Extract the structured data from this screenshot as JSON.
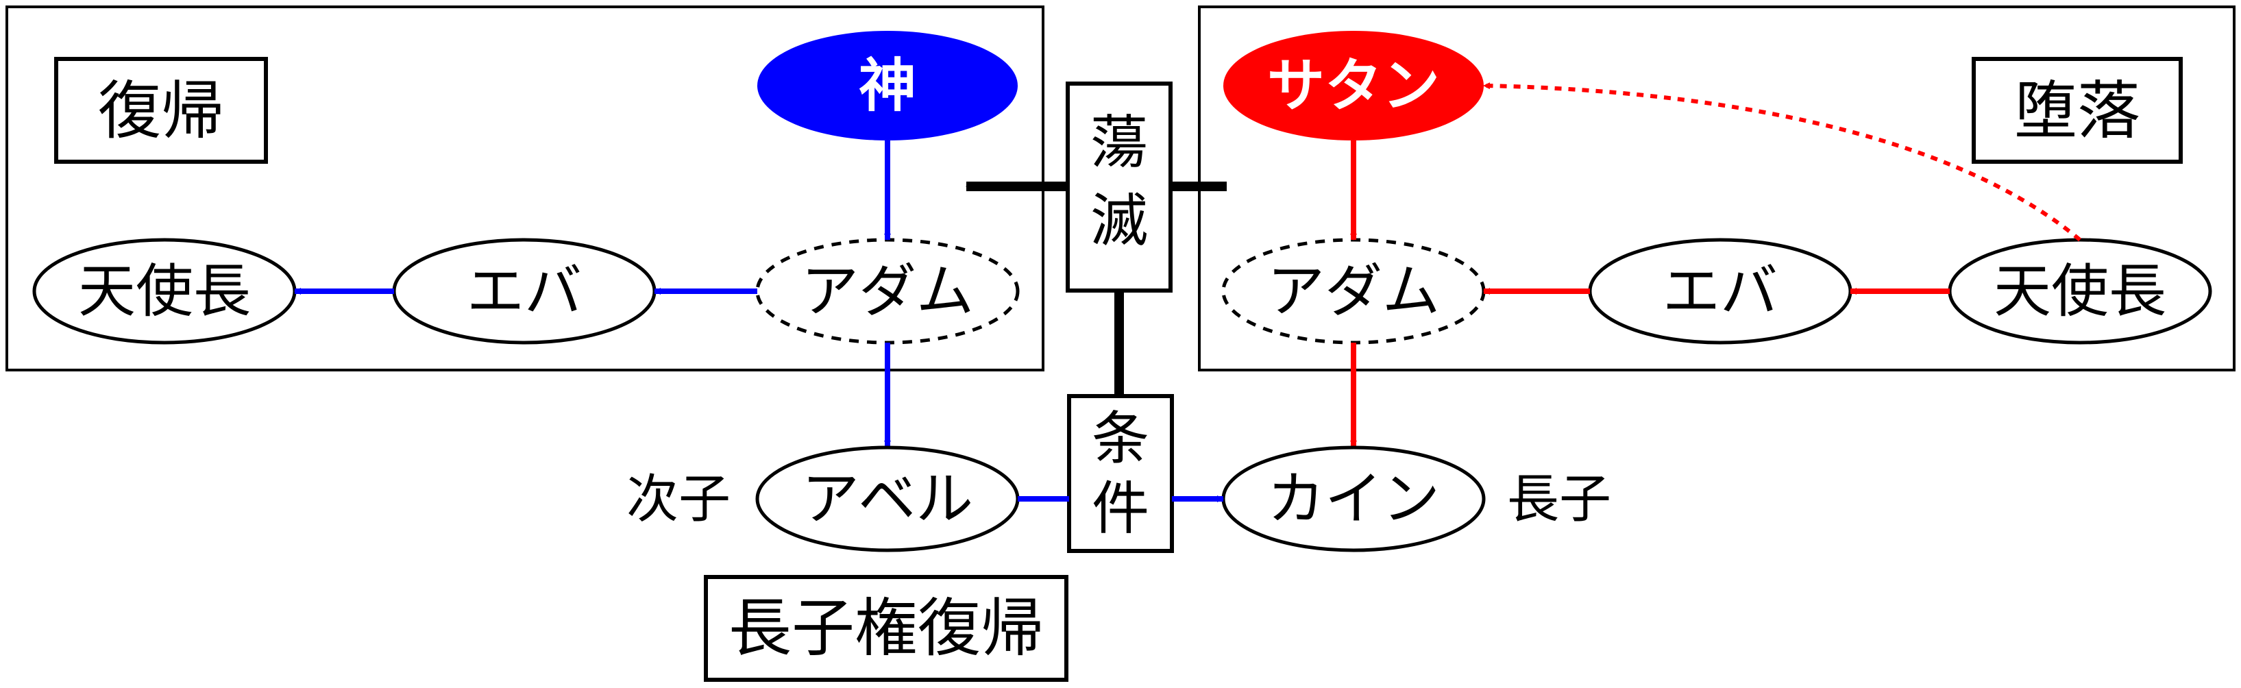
{
  "colors": {
    "restoration": "#0000ff",
    "fall": "#ff0000",
    "neutral": "#000000",
    "background": "#ffffff"
  },
  "left_panel": {
    "label": "復帰",
    "god": "神",
    "adam": "アダム",
    "eve": "エバ",
    "archangel": "天使長"
  },
  "right_panel": {
    "label": "堕落",
    "satan": "サタン",
    "adam": "アダム",
    "eve": "エバ",
    "archangel": "天使長"
  },
  "center": {
    "destruction_label": "蕩\n滅",
    "destruction_line1": "蕩",
    "destruction_line2": "滅",
    "condition_line1": "条",
    "condition_line2": "件"
  },
  "bottom": {
    "abel": "アベル",
    "abel_role": "次子",
    "cain": "カイン",
    "cain_role": "長子",
    "birthright_restoration": "長子権復帰"
  }
}
